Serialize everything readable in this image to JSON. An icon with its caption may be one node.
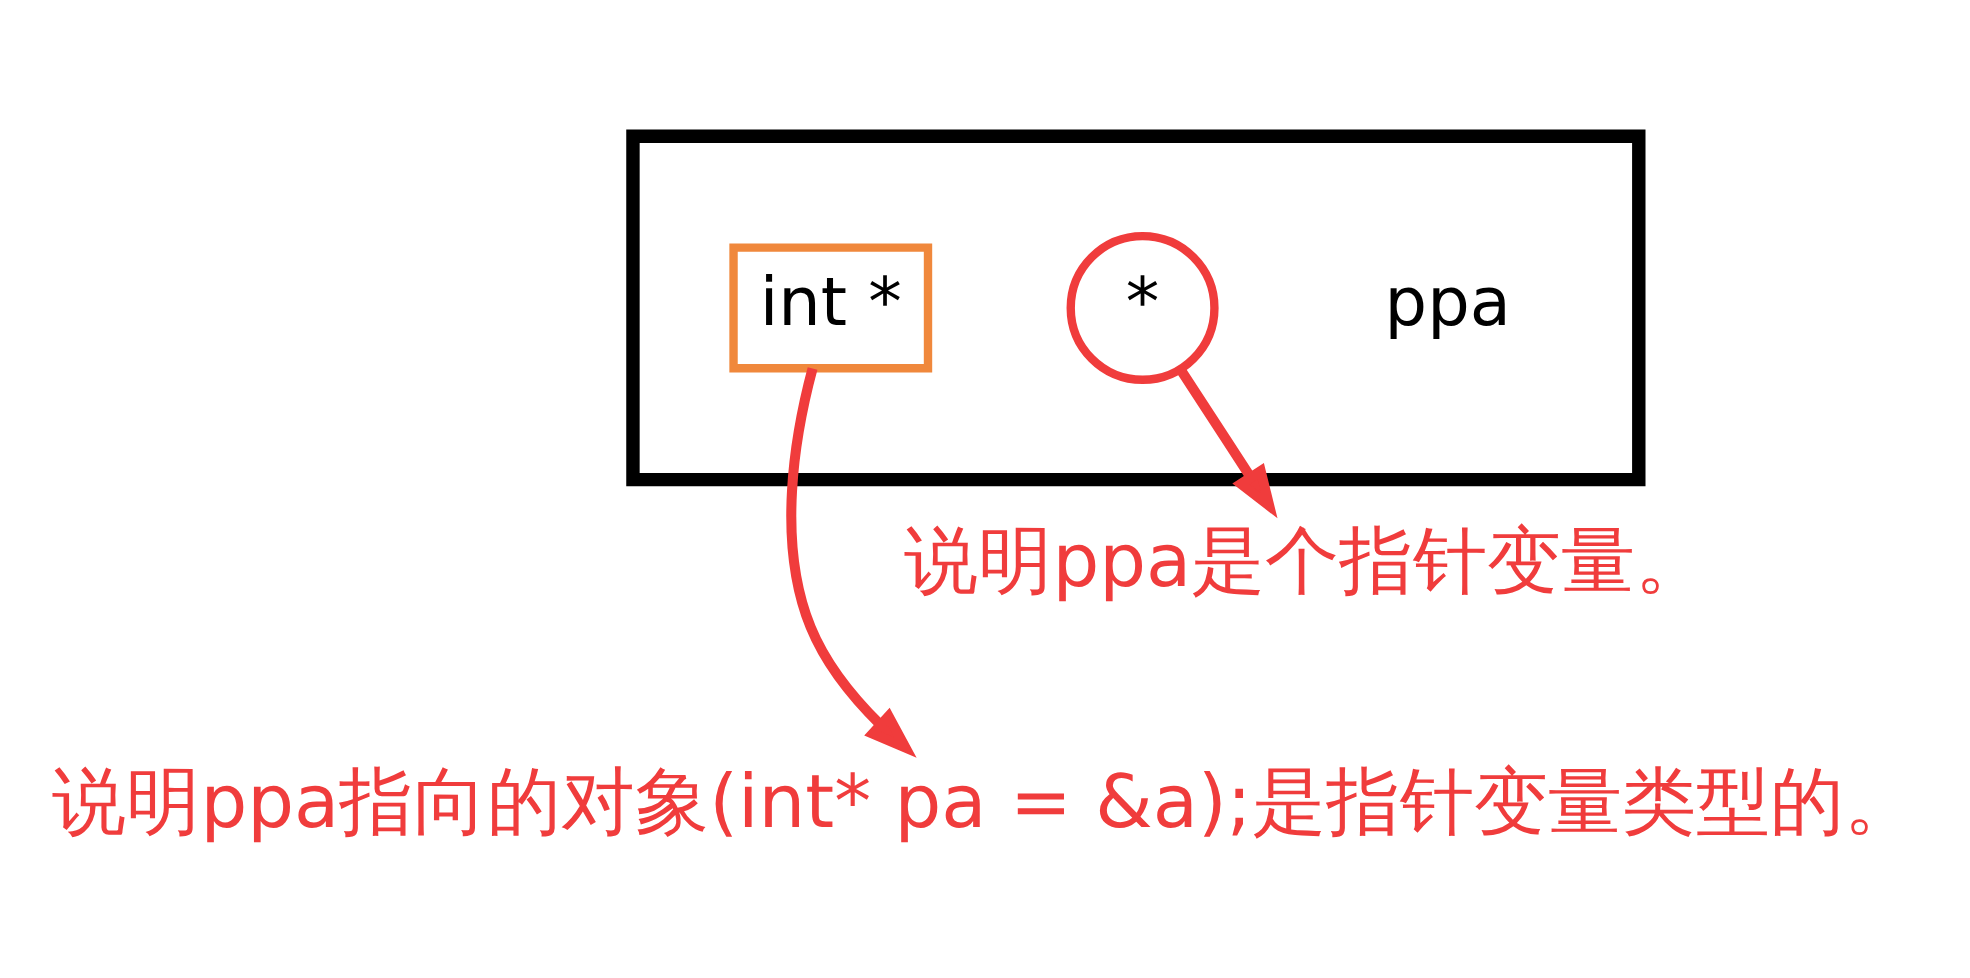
{
  "diagram": {
    "nodes": [
      {
        "text": [],
        "shape": "box"
      },
      {
        "text": [
          "int *"
        ],
        "in": 0
      },
      {
        "text": [
          "*"
        ],
        "in": 0
      },
      {
        "text": [
          "ppa"
        ],
        "in": 0
      },
      {
        "text": [
          "说明ppa是个指针变量。"
        ]
      },
      {
        "text": [
          "说明ppa指向的对象(int* pa = &a);是指针变量类型的。"
        ]
      }
    ],
    "edges": [
      {
        "from": 1,
        "to": 5,
        "arrow": "to"
      },
      {
        "from": 2,
        "to": 4,
        "arrow": "to"
      }
    ]
  }
}
